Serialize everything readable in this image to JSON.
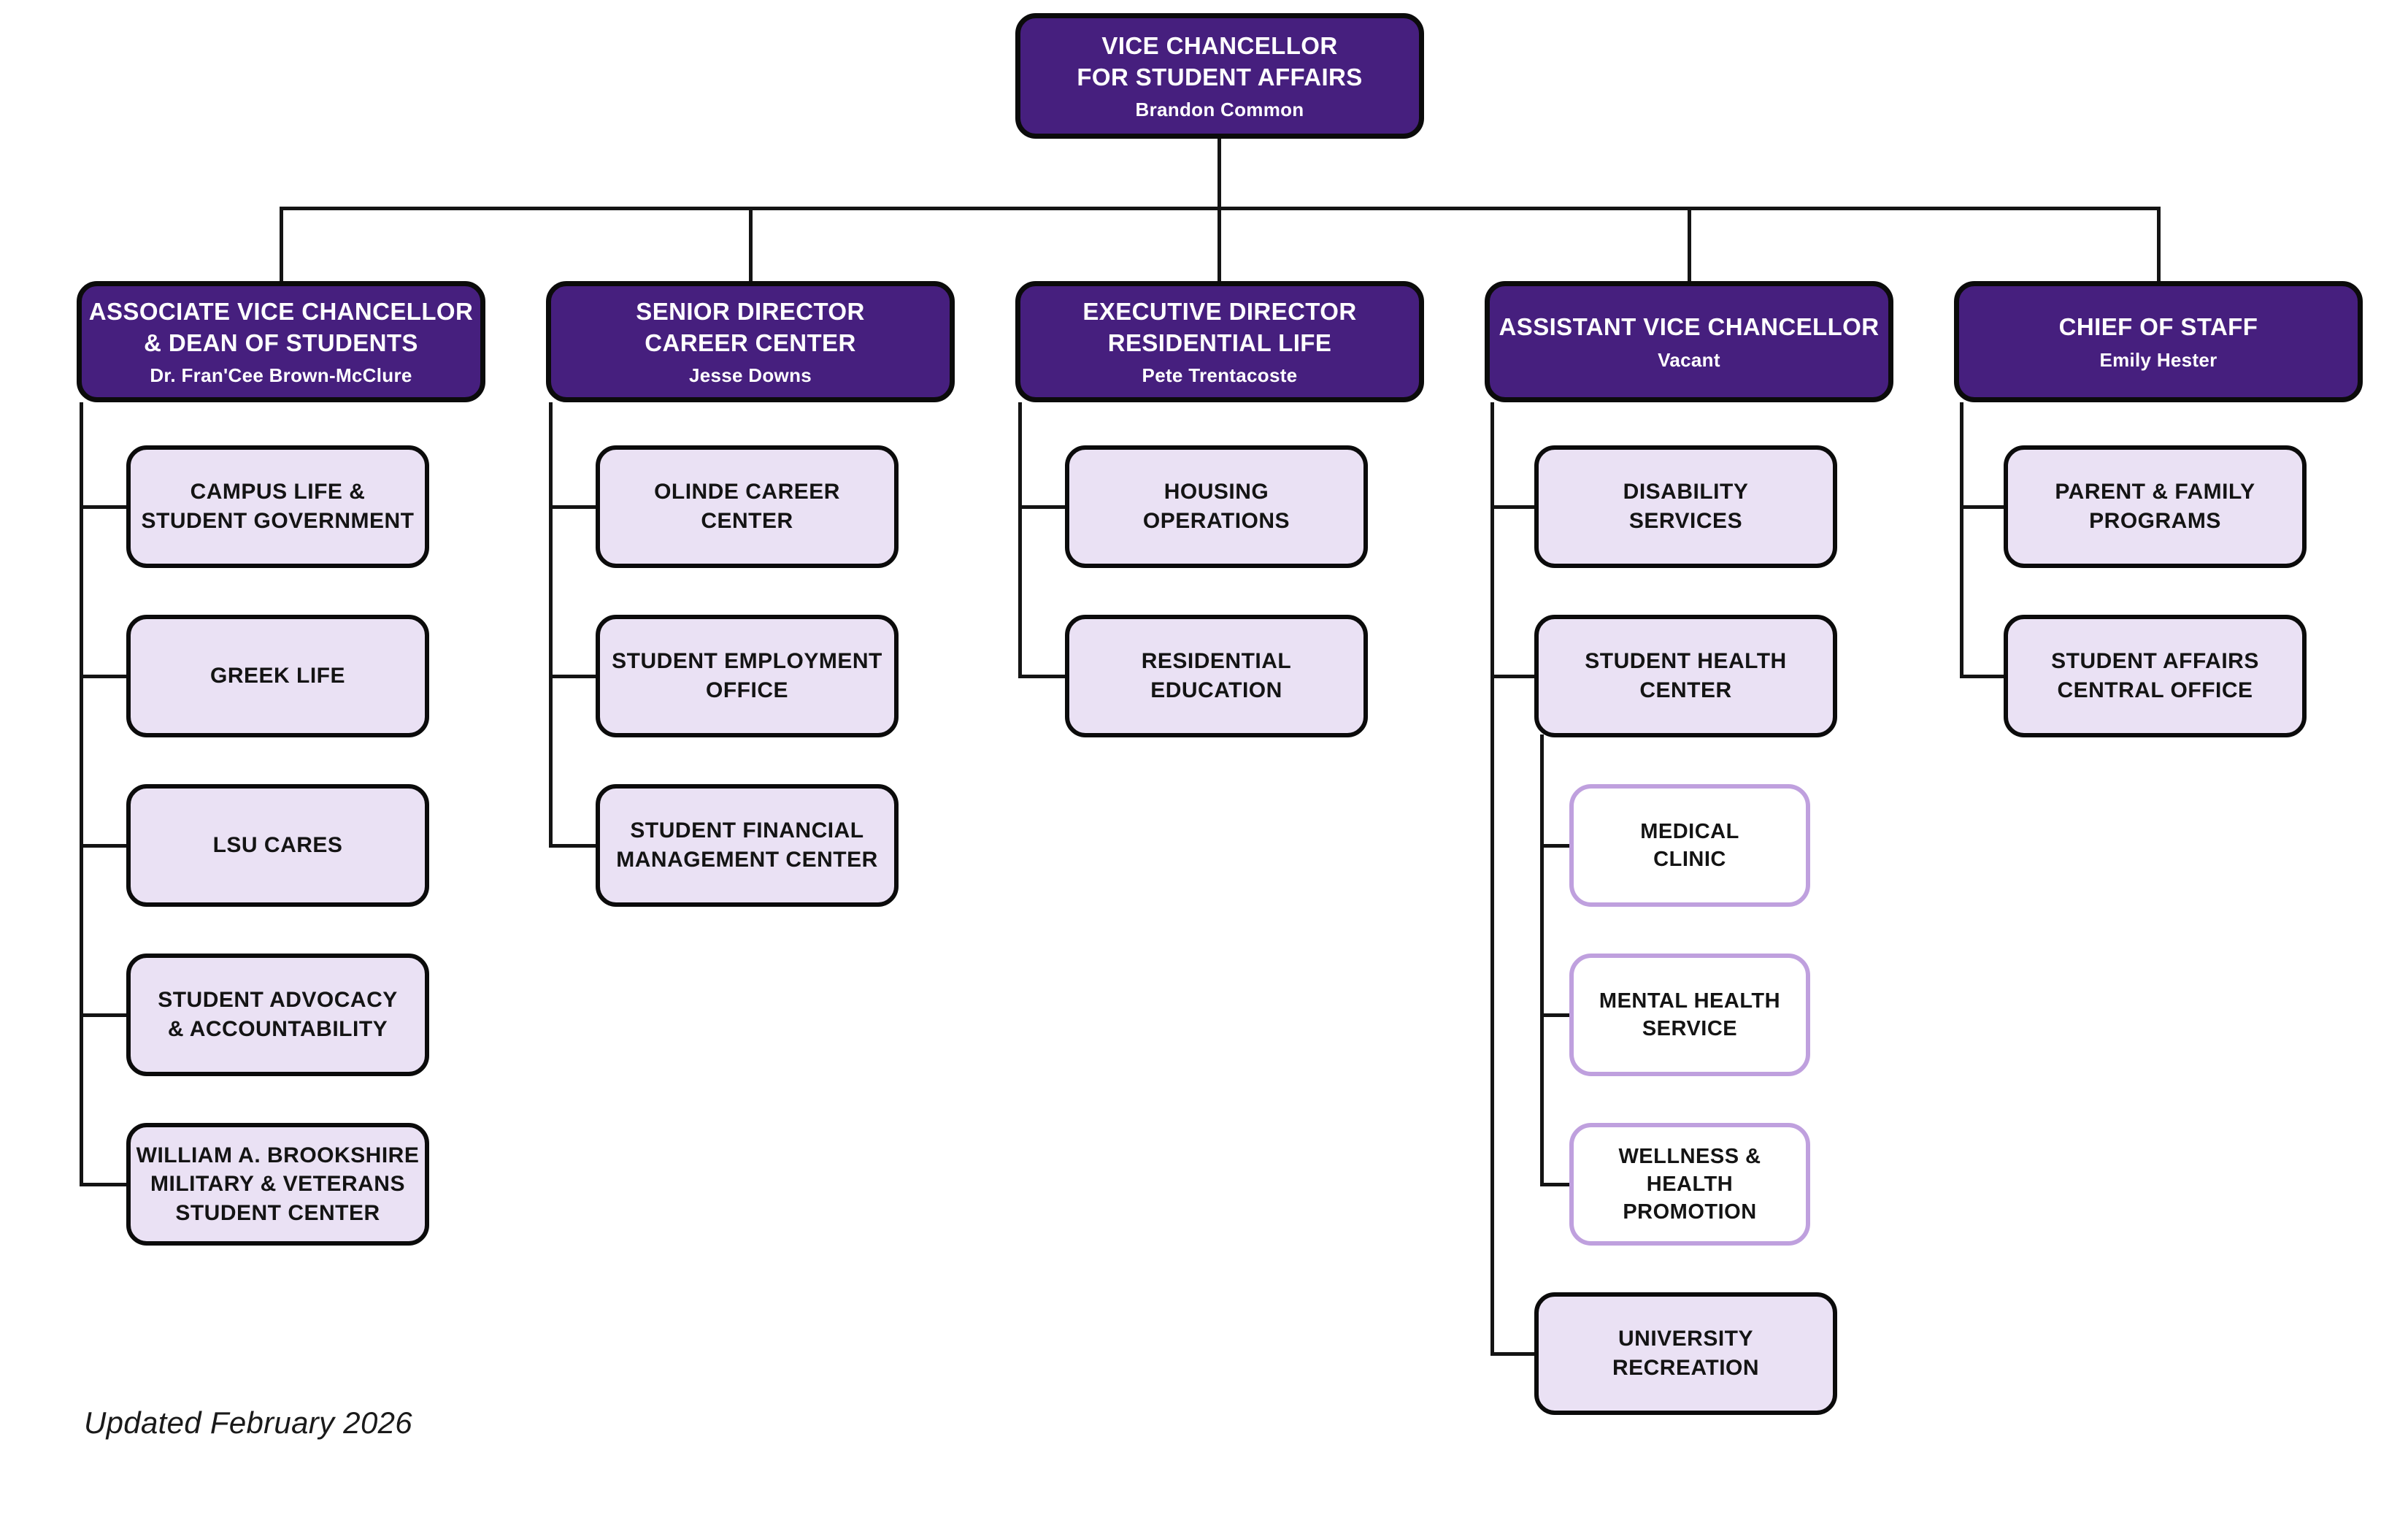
{
  "page": {
    "updated_note": "Updated February 2026"
  },
  "colors": {
    "header-bg": "#461F7E",
    "header-text": "#FFFFFF",
    "child-bg": "#EAE1F4",
    "child-border": "#0B0B0B",
    "subchild-border": "#BFA0DE",
    "line": "#141414"
  },
  "root": {
    "title_lines": [
      "VICE CHANCELLOR",
      "FOR STUDENT AFFAIRS"
    ],
    "person": "Brandon Common"
  },
  "branches": [
    {
      "title_lines": [
        "ASSOCIATE VICE CHANCELLOR",
        "& DEAN OF STUDENTS"
      ],
      "person": "Dr. Fran'Cee Brown-McClure",
      "children": [
        {
          "lines": [
            "CAMPUS LIFE &",
            "STUDENT GOVERNMENT"
          ]
        },
        {
          "lines": [
            "GREEK LIFE"
          ]
        },
        {
          "lines": [
            "LSU CARES"
          ]
        },
        {
          "lines": [
            "STUDENT ADVOCACY",
            "& ACCOUNTABILITY"
          ]
        },
        {
          "lines": [
            "WILLIAM A. BROOKSHIRE",
            "MILITARY & VETERANS",
            "STUDENT CENTER"
          ]
        }
      ]
    },
    {
      "title_lines": [
        "SENIOR DIRECTOR",
        "CAREER CENTER"
      ],
      "person": "Jesse Downs",
      "children": [
        {
          "lines": [
            "OLINDE CAREER",
            "CENTER"
          ]
        },
        {
          "lines": [
            "STUDENT EMPLOYMENT",
            "OFFICE"
          ]
        },
        {
          "lines": [
            "STUDENT FINANCIAL",
            "MANAGEMENT CENTER"
          ]
        }
      ]
    },
    {
      "title_lines": [
        "EXECUTIVE DIRECTOR",
        "RESIDENTIAL LIFE"
      ],
      "person": "Pete Trentacoste",
      "children": [
        {
          "lines": [
            "HOUSING",
            "OPERATIONS"
          ]
        },
        {
          "lines": [
            "RESIDENTIAL",
            "EDUCATION"
          ]
        }
      ]
    },
    {
      "title_lines": [
        "ASSISTANT VICE CHANCELLOR"
      ],
      "person": "Vacant",
      "children": [
        {
          "lines": [
            "DISABILITY",
            "SERVICES"
          ]
        },
        {
          "lines": [
            "STUDENT HEALTH",
            "CENTER"
          ],
          "children": [
            {
              "lines": [
                "MEDICAL",
                "CLINIC"
              ]
            },
            {
              "lines": [
                "MENTAL HEALTH",
                "SERVICE"
              ]
            },
            {
              "lines": [
                "WELLNESS &",
                "HEALTH PROMOTION"
              ]
            }
          ]
        },
        {
          "lines": [
            "UNIVERSITY",
            "RECREATION"
          ]
        }
      ]
    },
    {
      "title_lines": [
        "CHIEF OF STAFF"
      ],
      "person": "Emily Hester",
      "children": [
        {
          "lines": [
            "PARENT & FAMILY",
            "PROGRAMS"
          ]
        },
        {
          "lines": [
            "STUDENT AFFAIRS",
            "CENTRAL OFFICE"
          ]
        }
      ]
    }
  ]
}
